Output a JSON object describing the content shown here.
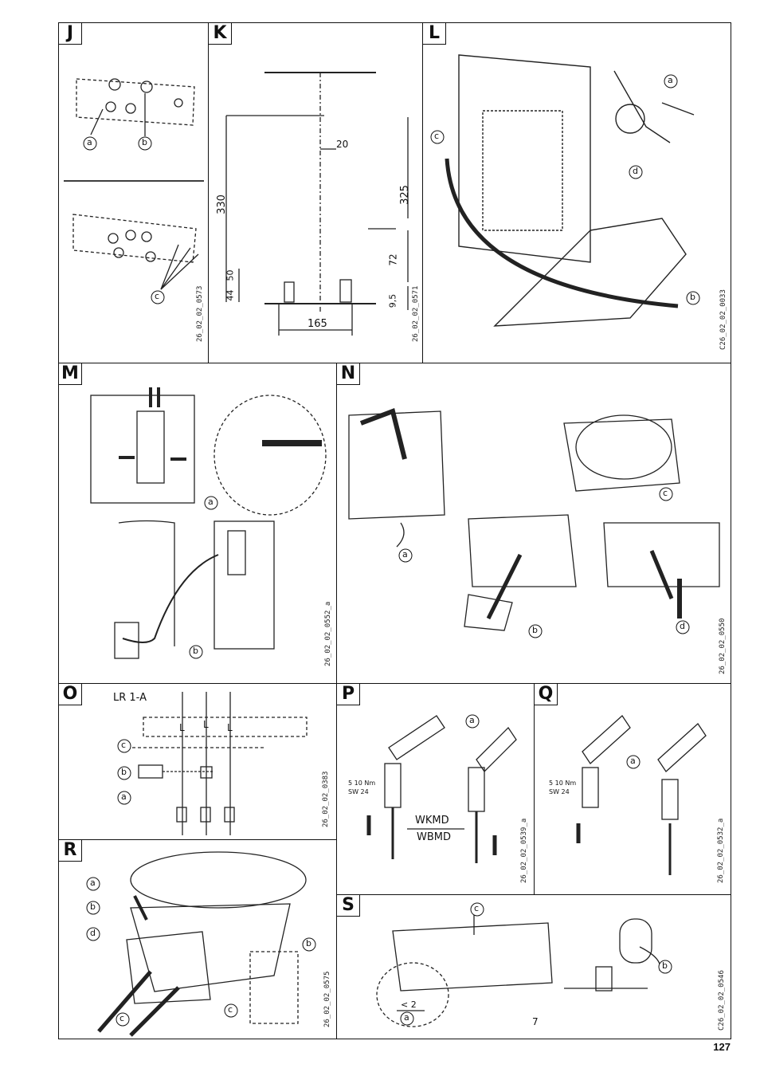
{
  "page_number": "127",
  "panels": {
    "J": {
      "tag": "J",
      "callouts": [
        "a",
        "b",
        "c"
      ],
      "ref": "26_02_02_0573"
    },
    "K": {
      "tag": "K",
      "dims": [
        "330",
        "325",
        "20",
        "50",
        "44",
        "72",
        "9,5",
        "165"
      ],
      "ref": "26_02_02_0571"
    },
    "L": {
      "tag": "L",
      "callouts": [
        "a",
        "b",
        "c",
        "d"
      ],
      "ref": "C26_02_02_0033"
    },
    "M": {
      "tag": "M",
      "callouts": [
        "a",
        "b"
      ],
      "ref": "26_02_02_0552_a"
    },
    "N": {
      "tag": "N",
      "callouts": [
        "a",
        "b",
        "c",
        "d"
      ],
      "ref": "26_02_02_0550"
    },
    "O": {
      "tag": "O",
      "title": "LR 1-A",
      "terminals": [
        "L",
        "L",
        "L"
      ],
      "callouts": [
        "a",
        "b",
        "c"
      ],
      "ref": "26_02_02_0383"
    },
    "P": {
      "tag": "P",
      "torque": "5 10 Nm",
      "wrench": "SW 24",
      "label_top": "WKMD",
      "label_bottom": "WBMD",
      "callouts": [
        "a"
      ],
      "ref": "26_02_02_0539_a"
    },
    "Q": {
      "tag": "Q",
      "torque": "5 10 Nm",
      "wrench": "SW 24",
      "callouts": [
        "a"
      ],
      "ref": "26_02_02_0532_a"
    },
    "R": {
      "tag": "R",
      "callouts": [
        "a",
        "b",
        "d",
        "c",
        "b",
        "c"
      ],
      "ref": "26_02_02_0575"
    },
    "S": {
      "tag": "S",
      "callouts": [
        "c",
        "a",
        "b"
      ],
      "dim": "< 2",
      "number": "7",
      "ref": "C26_02_02_0546"
    }
  }
}
